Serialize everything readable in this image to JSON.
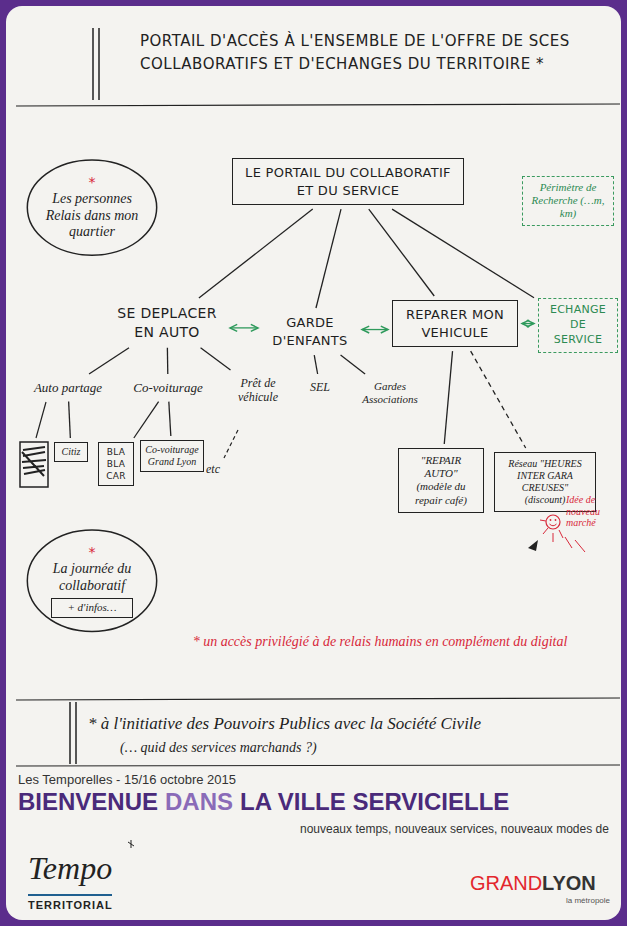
{
  "diagram": {
    "title": "PORTAIL D'ACCÈS À L'ENSEMBLE DE L'OFFRE DE SCES COLLABORATIFS ET D'ECHANGES DU TERRITOIRE *",
    "nodes": [
      {
        "text": [
          "*",
          "Les personnes Relais dans mon quartier"
        ]
      },
      {
        "text": [
          "LE PORTAIL DU COLLABORATIF ET DU SERVICE"
        ]
      },
      {
        "text": [
          "Périmètre de Recherche (…m, km)"
        ]
      },
      {
        "text": [
          "SE DEPLACER EN AUTO"
        ]
      },
      {
        "text": [
          "GARDE D'ENFANTS"
        ]
      },
      {
        "text": [
          "REPARER MON VEHICULE"
        ]
      },
      {
        "text": [
          "ECHANGE DE SERVICE"
        ]
      },
      {
        "text": [
          "Auto partage"
        ]
      },
      {
        "text": [
          "Co-voiturage"
        ]
      },
      {
        "text": [
          "Prêt de véhicule"
        ]
      },
      {
        "text": [
          "SEL"
        ]
      },
      {
        "text": [
          "Gardes Associations"
        ]
      },
      {
        "text": [
          "Citiz"
        ]
      },
      {
        "text": [
          "BLA BLA CAR"
        ]
      },
      {
        "text": [
          "Co-voiturage Grand Lyon"
        ]
      },
      {
        "text": [
          "\"REPAIR AUTO\" (modèle du repair café)"
        ]
      },
      {
        "text": [
          "Réseau \"HEURES INTER GARA CREUSES\" (discount)"
        ]
      },
      {
        "text": [
          "*",
          "La journée du collaboratif"
        ]
      },
      {
        "text": [
          "+ d'infos…"
        ],
        "in": 17
      }
    ],
    "edges": [
      {
        "from": 1,
        "to": 3,
        "arrow": "none"
      },
      {
        "from": 1,
        "to": 4,
        "arrow": "none"
      },
      {
        "from": 1,
        "to": 5,
        "arrow": "none"
      },
      {
        "from": 1,
        "to": 6,
        "arrow": "none"
      },
      {
        "from": 3,
        "to": 4,
        "arrow": "both"
      },
      {
        "from": 4,
        "to": 5,
        "arrow": "both"
      },
      {
        "from": 5,
        "to": 6,
        "arrow": "both"
      },
      {
        "from": 3,
        "to": 7,
        "arrow": "none"
      },
      {
        "from": 3,
        "to": 8,
        "arrow": "none"
      },
      {
        "from": 3,
        "to": 9,
        "arrow": "none"
      },
      {
        "from": 4,
        "to": 10,
        "arrow": "none"
      },
      {
        "from": 4,
        "to": 11,
        "arrow": "none"
      },
      {
        "from": 7,
        "to": 12,
        "arrow": "none"
      },
      {
        "from": 8,
        "to": 13,
        "arrow": "none"
      },
      {
        "from": 8,
        "to": 14,
        "arrow": "none"
      },
      {
        "from": 5,
        "to": 15,
        "arrow": "none"
      },
      {
        "from": 5,
        "to": 16,
        "arrow": "none"
      }
    ],
    "labels": [
      "etc",
      "Idée de nouveau marché",
      "* un accès privilégié à de relais humains en complément du digital",
      "* à l'initiative des Pouvoirs Publics avec la Société Civile",
      "(… quid des services marchands ?)",
      "Les Temporelles - 15/16 octobre 2015",
      "BIENVENUE",
      "DANS",
      "LA VILLE SERVICIELLE",
      "nouveaux temps, nouveaux services, nouveaux modes de",
      "Tempo",
      "TERRITORIAL",
      "GRAND",
      "LYON",
      "la métropole"
    ]
  }
}
